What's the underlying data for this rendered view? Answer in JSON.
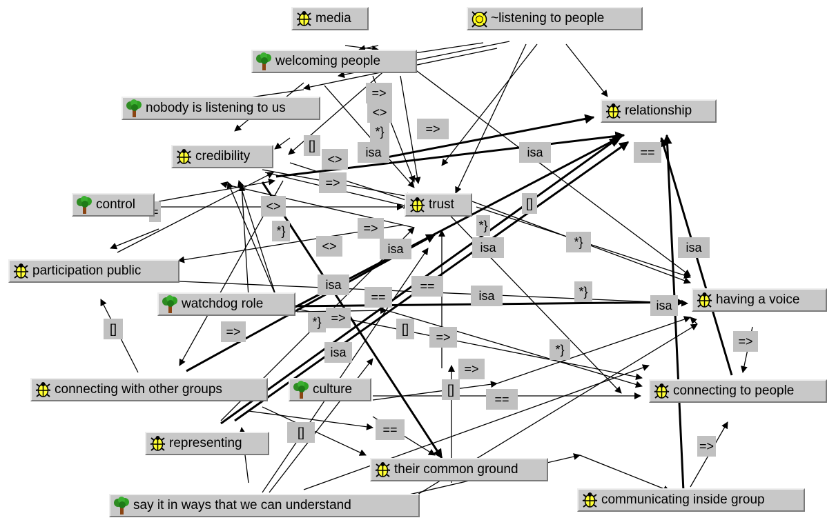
{
  "nodes": [
    {
      "id": "media",
      "label": "media",
      "icon": "bug-icon"
    },
    {
      "id": "listening",
      "label": "~listening to people",
      "icon": "sun-bug-icon"
    },
    {
      "id": "welcoming",
      "label": "welcoming people",
      "icon": "tree-icon"
    },
    {
      "id": "nobody",
      "label": "nobody is listening to us",
      "icon": "tree-icon"
    },
    {
      "id": "relationship",
      "label": "relationship",
      "icon": "bug-icon"
    },
    {
      "id": "credibility",
      "label": "credibility",
      "icon": "bug-icon"
    },
    {
      "id": "control",
      "label": "control",
      "icon": "tree-icon"
    },
    {
      "id": "trust",
      "label": "trust",
      "icon": "bug-icon"
    },
    {
      "id": "participation",
      "label": "participation public",
      "icon": "bug-icon"
    },
    {
      "id": "watchdog",
      "label": "watchdog role",
      "icon": "tree-icon"
    },
    {
      "id": "voice",
      "label": "having a voice",
      "icon": "bug-icon"
    },
    {
      "id": "connectgroups",
      "label": "connecting with other groups",
      "icon": "bug-icon"
    },
    {
      "id": "culture",
      "label": "culture",
      "icon": "tree-icon"
    },
    {
      "id": "connectpeople",
      "label": "connecting to people",
      "icon": "bug-icon"
    },
    {
      "id": "representing",
      "label": "representing",
      "icon": "bug-icon"
    },
    {
      "id": "common",
      "label": "their common ground",
      "icon": "bug-icon"
    },
    {
      "id": "sayit",
      "label": "say it in ways that we can understand",
      "icon": "tree-icon"
    },
    {
      "id": "communicating",
      "label": "communicating inside group",
      "icon": "bug-icon"
    }
  ],
  "edge_labels": [
    "=>",
    "<>",
    "*}",
    "=>",
    "isa",
    "[]",
    "<>",
    "=>",
    "isa",
    "==",
    "<>",
    "[]",
    "=>",
    "*}",
    "*}",
    "isa",
    "<>",
    "isa",
    "isa",
    "isa",
    "==",
    "isa",
    "*}",
    "==",
    "isa",
    "=>",
    "[]",
    "*}",
    "=>",
    "[]",
    "=>",
    "isa",
    "=>",
    "==",
    "=>",
    "[]",
    "==",
    "[]",
    "=>",
    "*}",
    "*}",
    "="
  ]
}
